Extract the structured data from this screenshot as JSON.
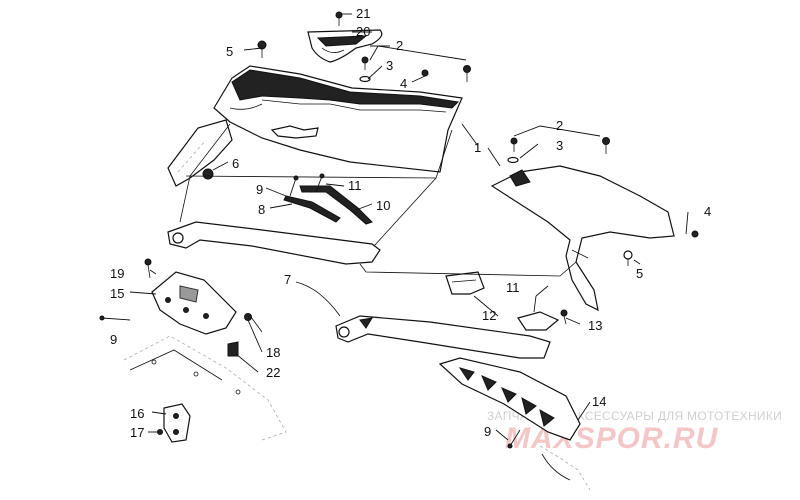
{
  "callouts": [
    {
      "id": "21",
      "text": "21"
    },
    {
      "id": "20",
      "text": "20"
    },
    {
      "id": "5a",
      "text": "5"
    },
    {
      "id": "2a",
      "text": "2"
    },
    {
      "id": "3a",
      "text": "3"
    },
    {
      "id": "4a",
      "text": "4"
    },
    {
      "id": "1",
      "text": "1"
    },
    {
      "id": "2b",
      "text": "2"
    },
    {
      "id": "3b",
      "text": "3"
    },
    {
      "id": "6",
      "text": "6"
    },
    {
      "id": "9a",
      "text": "9"
    },
    {
      "id": "11a",
      "text": "11"
    },
    {
      "id": "8",
      "text": "8"
    },
    {
      "id": "10",
      "text": "10"
    },
    {
      "id": "4b",
      "text": "4"
    },
    {
      "id": "5b",
      "text": "5"
    },
    {
      "id": "7",
      "text": "7"
    },
    {
      "id": "19",
      "text": "19"
    },
    {
      "id": "15",
      "text": "15"
    },
    {
      "id": "11b",
      "text": "11"
    },
    {
      "id": "12",
      "text": "12"
    },
    {
      "id": "13",
      "text": "13"
    },
    {
      "id": "9b",
      "text": "9"
    },
    {
      "id": "18",
      "text": "18"
    },
    {
      "id": "22",
      "text": "22"
    },
    {
      "id": "16",
      "text": "16"
    },
    {
      "id": "17",
      "text": "17"
    },
    {
      "id": "14",
      "text": "14"
    },
    {
      "id": "9c",
      "text": "9"
    }
  ],
  "watermark": {
    "tagline": "ЗАПЧАСТИ И АКСЕССУАРЫ ДЛЯ МОТОТЕХНИКИ",
    "brand": "MAXSPOR.RU"
  }
}
